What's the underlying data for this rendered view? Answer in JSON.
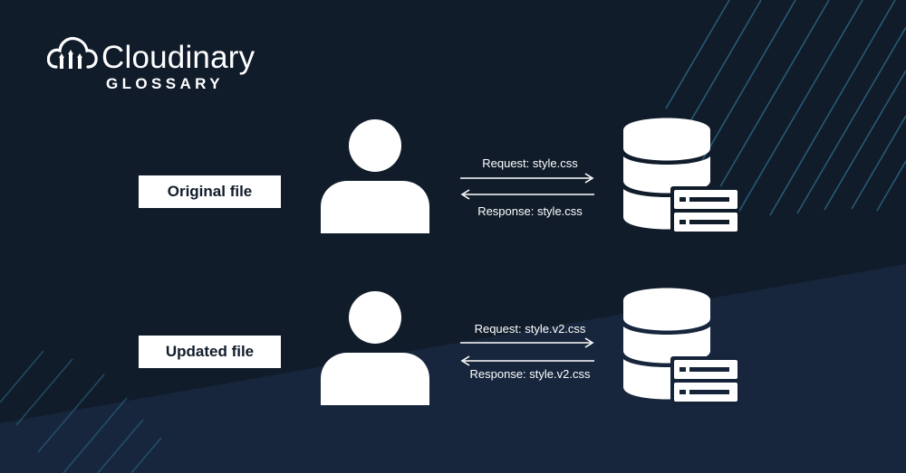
{
  "brand": {
    "name": "Cloudinary",
    "subtitle": "GLOSSARY",
    "icon": "cloud-logo-icon"
  },
  "rows": [
    {
      "label": "Original file",
      "request": "Request: style.css",
      "response": "Response: style.css"
    },
    {
      "label": "Updated file",
      "request": "Request: style.v2.css",
      "response": "Response: style.v2.css"
    }
  ],
  "icons": {
    "user": "user-icon",
    "database": "database-server-icon",
    "arrow_right": "arrow-right-icon",
    "arrow_left": "arrow-left-icon"
  },
  "colors": {
    "background_dark": "#111c2b",
    "background_lower": "#17263c",
    "foreground": "#ffffff",
    "stripes": "#2d6f8e"
  }
}
